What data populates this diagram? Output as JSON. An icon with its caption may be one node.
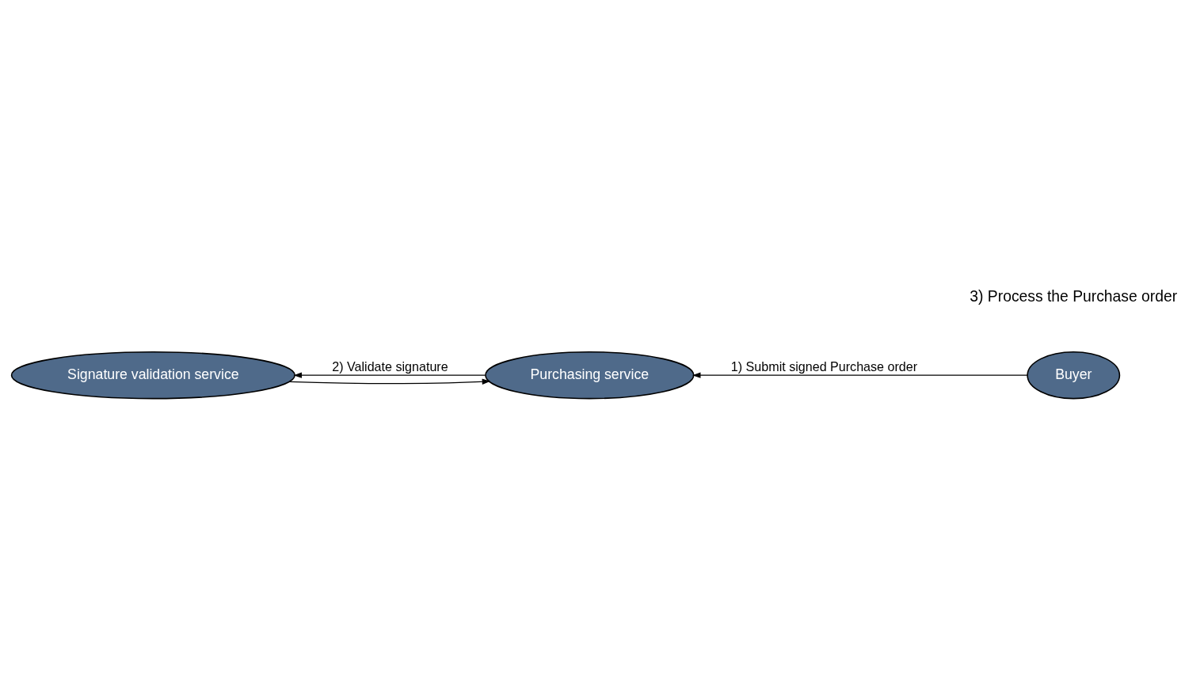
{
  "diagram": {
    "nodes": [
      {
        "text": [
          "Purchasing service"
        ]
      },
      {
        "text": [
          "Buyer"
        ]
      },
      {
        "text": [
          "Signature validation service"
        ]
      }
    ],
    "edges": [
      {
        "from": 1,
        "to": 0,
        "arrow": "to",
        "label": "1) Submit signed Purchase order"
      },
      {
        "from": 0,
        "to": 2,
        "arrow": "to",
        "label": "2) Validate signature"
      },
      {
        "from": 2,
        "to": 0,
        "arrow": "to"
      }
    ],
    "labels": [
      "3) Process the Purchase order"
    ]
  }
}
